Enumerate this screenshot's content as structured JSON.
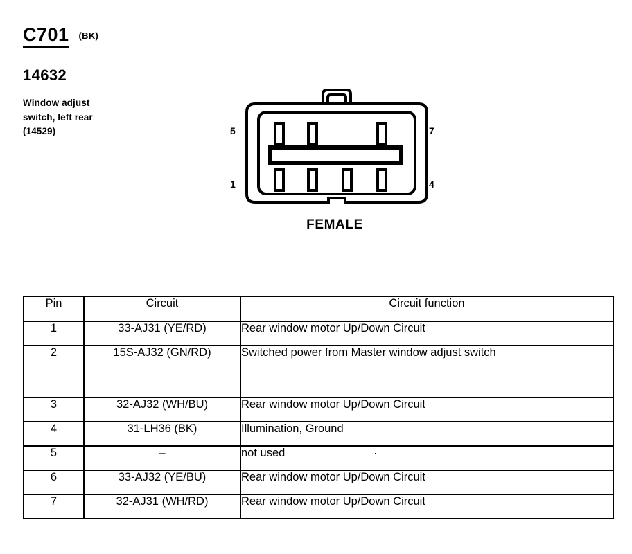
{
  "header": {
    "connector_id": "C701",
    "color_code": "(BK)",
    "part_number": "14632",
    "description_lines": [
      "Window adjust",
      "switch, left rear",
      "(14529)"
    ]
  },
  "connector": {
    "gender_label": "FEMALE",
    "pin_labels": {
      "top_left": "5",
      "top_right": "7",
      "bottom_left": "1",
      "bottom_right": "4"
    },
    "upper_slot_count": 3,
    "lower_slot_count": 4
  },
  "table": {
    "headers": {
      "pin": "Pin",
      "circuit": "Circuit",
      "function": "Circuit function"
    },
    "rows": [
      {
        "pin": "1",
        "circuit": "33-AJ31 (YE/RD)",
        "function": "Rear window motor Up/Down Circuit"
      },
      {
        "pin": "2",
        "circuit": "15S-AJ32 (GN/RD)",
        "function": "Switched power from Master window adjust switch"
      },
      {
        "pin": "3",
        "circuit": "32-AJ32 (WH/BU)",
        "function": "Rear window motor Up/Down Circuit"
      },
      {
        "pin": "4",
        "circuit": "31-LH36 (BK)",
        "function": "Illumination, Ground"
      },
      {
        "pin": "5",
        "circuit": "–",
        "function": "not used"
      },
      {
        "pin": "6",
        "circuit": "33-AJ32 (YE/BU)",
        "function": "Rear window motor Up/Down Circuit"
      },
      {
        "pin": "7",
        "circuit": "32-AJ31 (WH/RD)",
        "function": "Rear window motor Up/Down Circuit"
      }
    ]
  }
}
